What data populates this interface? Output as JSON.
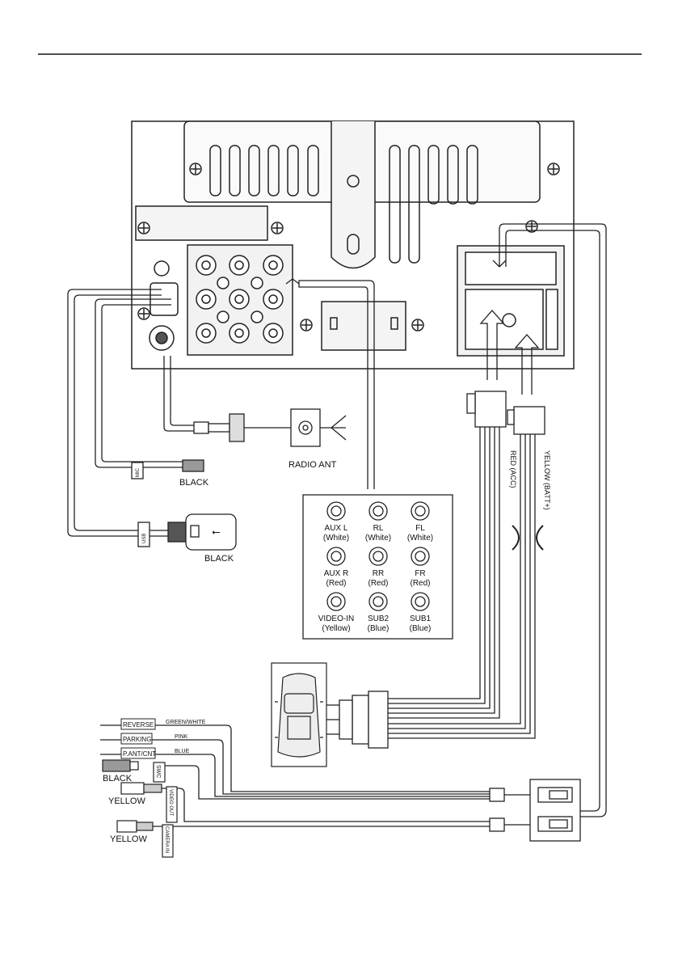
{
  "unit_labels": {
    "mic": "MIC",
    "usb": "USB",
    "swc": "SWC",
    "video_out": "VIDEO OUT",
    "camera_in": "CAMERA IN"
  },
  "connections": {
    "mic_color": "BLACK",
    "usb_color": "BLACK",
    "radio_ant": "RADIO ANT",
    "red_acc": "RED (ACC)",
    "yellow_batt": "YELLOW (BATT+)"
  },
  "rca_panel": [
    {
      "name": "AUX L",
      "color": "(White)"
    },
    {
      "name": "RL",
      "color": "(White)"
    },
    {
      "name": "FL",
      "color": "(White)"
    },
    {
      "name": "AUX R",
      "color": "(Red)"
    },
    {
      "name": "RR",
      "color": "(Red)"
    },
    {
      "name": "FR",
      "color": "(Red)"
    },
    {
      "name": "VIDEO-IN",
      "color": "(Yellow)"
    },
    {
      "name": "SUB2",
      "color": "(Blue)"
    },
    {
      "name": "SUB1",
      "color": "(Blue)"
    }
  ],
  "wires": [
    {
      "tag": "REVERSE",
      "color": "GREEN/WHITE"
    },
    {
      "tag": "PARKING",
      "color": "PINK"
    },
    {
      "tag": "P.ANT/CNT",
      "color": "BLUE"
    }
  ],
  "plugs": {
    "swc_color": "BLACK",
    "video_out_color": "YELLOW",
    "camera_in_color": "YELLOW"
  }
}
